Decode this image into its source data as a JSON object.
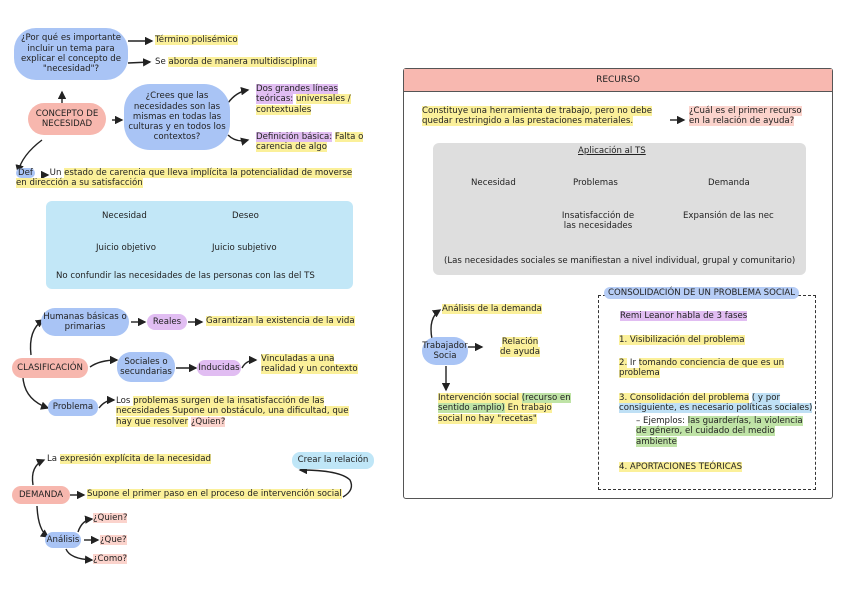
{
  "concept": {
    "question1": "¿Por qué es importante incluir un tema para explicar el concepto de \"necesidad\"?",
    "answer1": "Término polisémico",
    "answer2_prefix": "Se ",
    "answer2_hl": "aborda de manera multidisciplinar",
    "main_node": "CONCEPTO DE NECESIDAD",
    "question2": "¿Crees que las necesidades son las mismas en todas las culturas y en todos los contextos?",
    "answer3_label": "Dos grandes líneas teóricas:",
    "answer3_hl": "universales / contextuales",
    "answer4_label": "Definición básica:",
    "answer4_hl": "Falta o carencia de algo",
    "def_label": "Def",
    "def_text_a": "Un ",
    "def_text_hl": "estado de carencia que lleva implícita la potencialidad de moverse en dirección a su satisfacción",
    "def_text_prefix2": "en "
  },
  "comparison": {
    "left_title": "Necesidad",
    "right_title": "Deseo",
    "left_result": "Juicio objetivo",
    "right_result": "Juicio subjetivo",
    "note": "No confundir las necesidades de las personas con las del TS"
  },
  "classification": {
    "main_node": "CLASIFICACIÓN",
    "branch1": "Humanas básicas o primarias",
    "branch1_tag": "Reales",
    "branch1_text": "Garantizan la existencia de la vida",
    "branch2": "Sociales o secundarias",
    "branch2_tag": "Inducidas",
    "branch2_text": "Vinculadas a una realidad y un contexto",
    "branch3": "Problema",
    "branch3_text_a": "Los ",
    "branch3_text_hl": "problemas surgen de la insatisfacción de las necesidades Supone un obstáculo, una dificultad, que hay que resolver",
    "branch3_question": "¿Quien?"
  },
  "demand": {
    "main_node": "DEMANDA",
    "top_prefix": "La ",
    "top_hl": "expresión explícita de la necesidad",
    "middle_hl": "Supone el primer paso en el proceso de intervención social",
    "side_note": "Crear la relación",
    "analysis_node": "Análisis",
    "questions": [
      "¿Quien?",
      "¿Que?",
      "¿Como?"
    ]
  },
  "recurso": {
    "title": "RECURSO",
    "definition": "Constituye una herramienta de trabajo, pero no debe quedar restringido a las prestaciones materiales.",
    "question": "¿Cuál es el primer recurso en la relación de ayuda?",
    "application": {
      "title": "Aplicación al TS",
      "columns": [
        {
          "label": "Necesidad",
          "result": ""
        },
        {
          "label": "Problemas",
          "result": "Insatisfacción de las necesidades"
        },
        {
          "label": "Demanda",
          "result": "Expansión de las nec"
        }
      ],
      "note": "(Las necesidades sociales se manifiestan a nivel individual, grupal y comunitario)"
    },
    "worker": {
      "node": "Trabajador Socia",
      "top": "Análisis de la demanda",
      "right": "Relación de ayuda",
      "bottom_a": "Intervención social ",
      "bottom_green": "(recurso en sentido amplio)",
      "bottom_b": " En trabajo social no hay \"recetas\""
    },
    "consolidation": {
      "title": "CONSOLIDACIÓN DE UN PROBLEMA SOCIAL",
      "author_line": "Remi Leanor habla de 3 fases",
      "phase1": "1. Visibilización del problema",
      "phase2_num": "2.",
      "phase2_a": " Ir ",
      "phase2_hl": "tomando conciencia de que es un problema",
      "phase3_hl": "3. Consolidación del problema",
      "phase3_blue": "( y por consiguiente, es necesario políticas sociales)",
      "example_label": "– Ejemplos:",
      "example_hl": "las guarderías, la violencia de género, el cuidado del medio ambiente",
      "phase4": "4. APORTACIONES TEÓRICAS"
    }
  },
  "colors": {
    "blue_node": "#a9c4f5",
    "pink_node": "#f7b7ae",
    "purple_node": "#e1bdf2",
    "light_blue_box": "#c2e7f7",
    "highlight_yellow": "#fbf09a",
    "highlight_green": "#bfe3a6",
    "grey_box": "#dedede"
  }
}
